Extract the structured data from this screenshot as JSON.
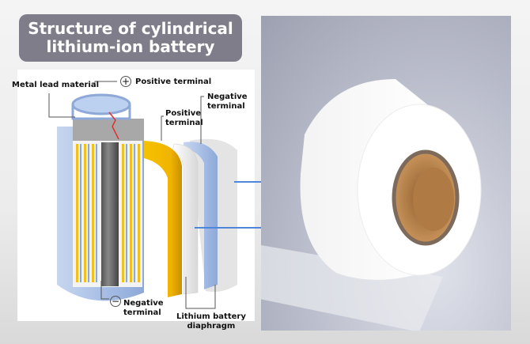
{
  "title": {
    "line1": "Structure of cylindrical",
    "line2": "lithium-ion battery"
  },
  "labels": {
    "metal_lead": "Metal lead material",
    "positive_terminal_top": "Positive terminal",
    "positive_terminal_inner_1": "Positive",
    "positive_terminal_inner_2": "terminal",
    "negative_terminal_top_1": "Negative",
    "negative_terminal_top_2": "terminal",
    "negative_terminal_bottom_1": "Negative",
    "negative_terminal_bottom_2": "terminal",
    "diaphragm_1": "Lithium battery",
    "diaphragm_2": "diaphragm"
  },
  "symbols": {
    "plus": "+",
    "minus": "−"
  },
  "colors": {
    "title_bg": "#7f7d8a",
    "arrow": "#4f86d9",
    "cathode": "#f0b400",
    "casing": "#a9c0e6"
  }
}
